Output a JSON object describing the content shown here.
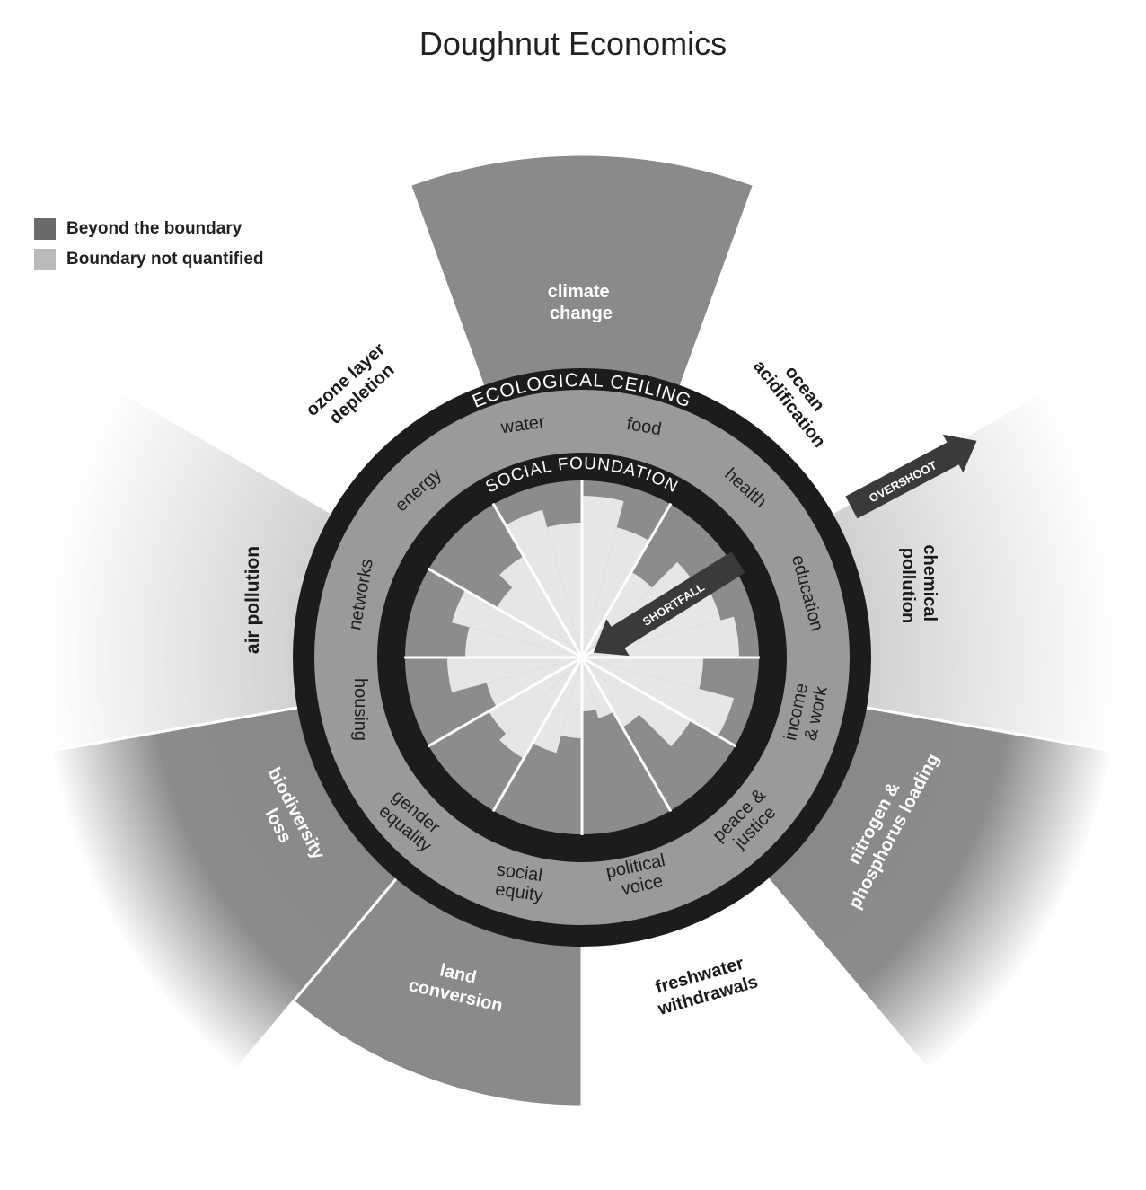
{
  "title": "Doughnut Economics",
  "legend": {
    "items": [
      {
        "label": "Beyond the boundary",
        "color": "#6a6a6a"
      },
      {
        "label": "Boundary not quantified",
        "color": "#b9b9b9"
      }
    ]
  },
  "colors": {
    "wedge": "#8a8a8a",
    "not_quantified": "#c8c8c8",
    "ring_dark": "#1c1c1c",
    "band": "#9a9a9a",
    "inner_light": "#e6e6e6",
    "inner_dark": "#8c8c8c"
  },
  "ring_labels": {
    "ecological_ceiling": "ECOLOGICAL CEILING",
    "social_foundation": "SOCIAL FOUNDATION"
  },
  "arrows": {
    "overshoot": "OVERSHOOT",
    "shortfall": "SHORTFALL"
  },
  "outer_dimensions": {
    "climate": [
      "climate",
      "change"
    ],
    "ocean": [
      "ocean",
      "acidification"
    ],
    "chemical": [
      "chemical",
      "pollution"
    ],
    "nitrogen": [
      "nitrogen &",
      "phosphorus loading"
    ],
    "freshwater": [
      "freshwater",
      "withdrawals"
    ],
    "land": [
      "land",
      "conversion"
    ],
    "biodiversity": [
      "biodiversity",
      "loss"
    ],
    "air": [
      "air pollution"
    ],
    "ozone": [
      "ozone layer",
      "depletion"
    ]
  },
  "social_dimensions": {
    "water": "water",
    "food": "food",
    "health": "health",
    "education": "education",
    "income": [
      "income",
      "& work"
    ],
    "peace": [
      "peace &",
      "justice"
    ],
    "political": [
      "political",
      "voice"
    ],
    "social_equity": [
      "social",
      "equity"
    ],
    "gender": [
      "gender",
      "equality"
    ],
    "housing": "housing",
    "networks": "networks",
    "energy": "energy"
  }
}
